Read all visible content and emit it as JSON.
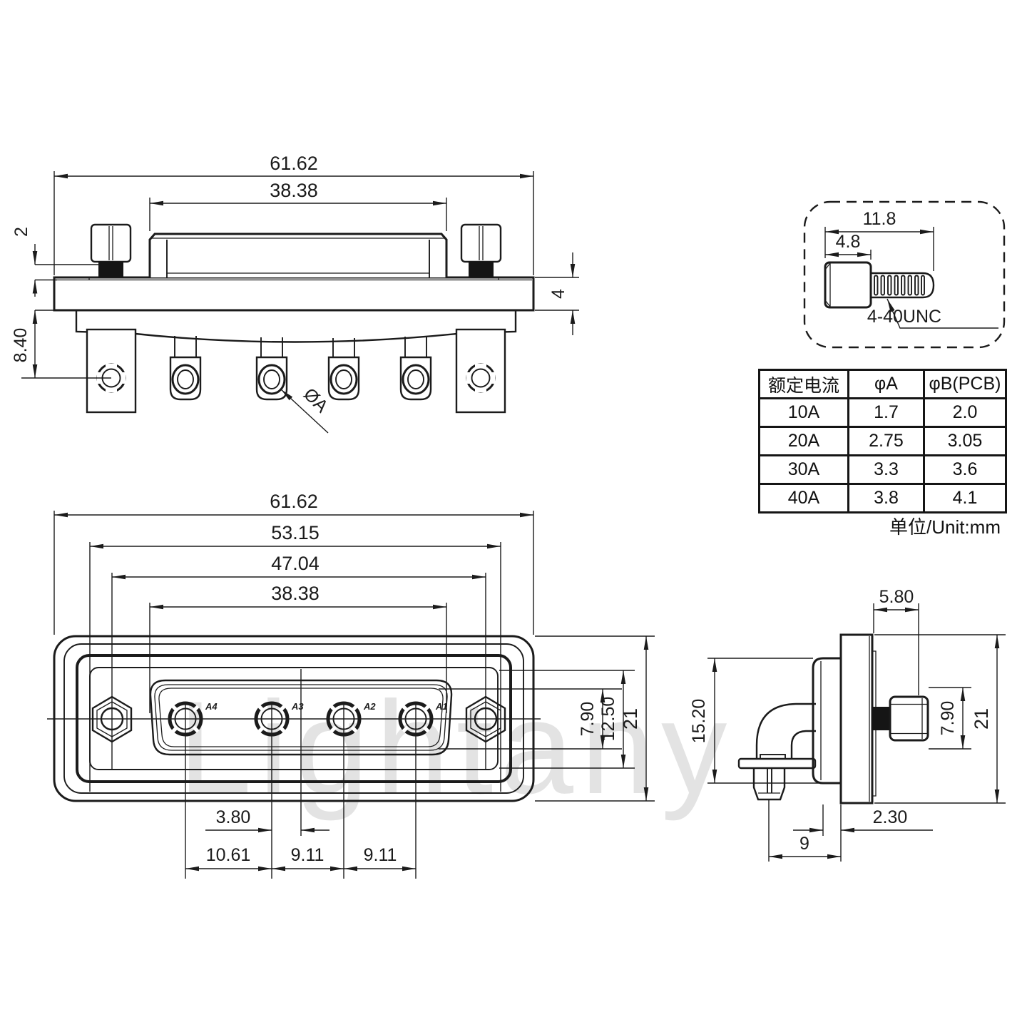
{
  "page": {
    "background": "#ffffff",
    "line_color": "#1b1b1b"
  },
  "watermark": {
    "text": "Lightany",
    "color": "#d2d2d2"
  },
  "drawing": {
    "top_view": {
      "dim_overall_width": "61.62",
      "dim_shroud_width": "38.38",
      "dim_screw_standoff": "2",
      "dim_flange_thickness": "4",
      "dim_tail_length": "8.40",
      "label_pin_diameter": "ØA"
    },
    "screw_detail": {
      "dim_total_length": "11.8",
      "dim_head_length": "4.8",
      "label_thread_spec": "4-40UNC"
    },
    "front_view": {
      "dim_overall_width": "61.62",
      "dim_body_width": "53.15",
      "dim_mount_hole_pitch": "47.04",
      "dim_shell_width": "38.38",
      "dim_shell_height": "7.90",
      "dim_insert_height": "12.50",
      "dim_overall_height": "21",
      "dim_center_offset": "3.80",
      "dim_pin_pitch_1": "10.61",
      "dim_pin_pitch_2": "9.11",
      "dim_pin_pitch_3": "9.11",
      "pin_labels": [
        "A4",
        "A3",
        "A2",
        "A1"
      ]
    },
    "side_view": {
      "dim_screw_head_depth": "5.80",
      "dim_body_height": "15.20",
      "dim_screw_height": "7.90",
      "dim_overall_height": "21",
      "dim_panel_gap": "2.30",
      "dim_pin_setback": "9"
    }
  },
  "spec_table": {
    "headers": [
      "额定电流",
      "φA",
      "φB(PCB)"
    ],
    "rows": [
      [
        "10A",
        "1.7",
        "2.0"
      ],
      [
        "20A",
        "2.75",
        "3.05"
      ],
      [
        "30A",
        "3.3",
        "3.6"
      ],
      [
        "40A",
        "3.8",
        "4.1"
      ]
    ],
    "unit_note": "单位/Unit:mm"
  }
}
